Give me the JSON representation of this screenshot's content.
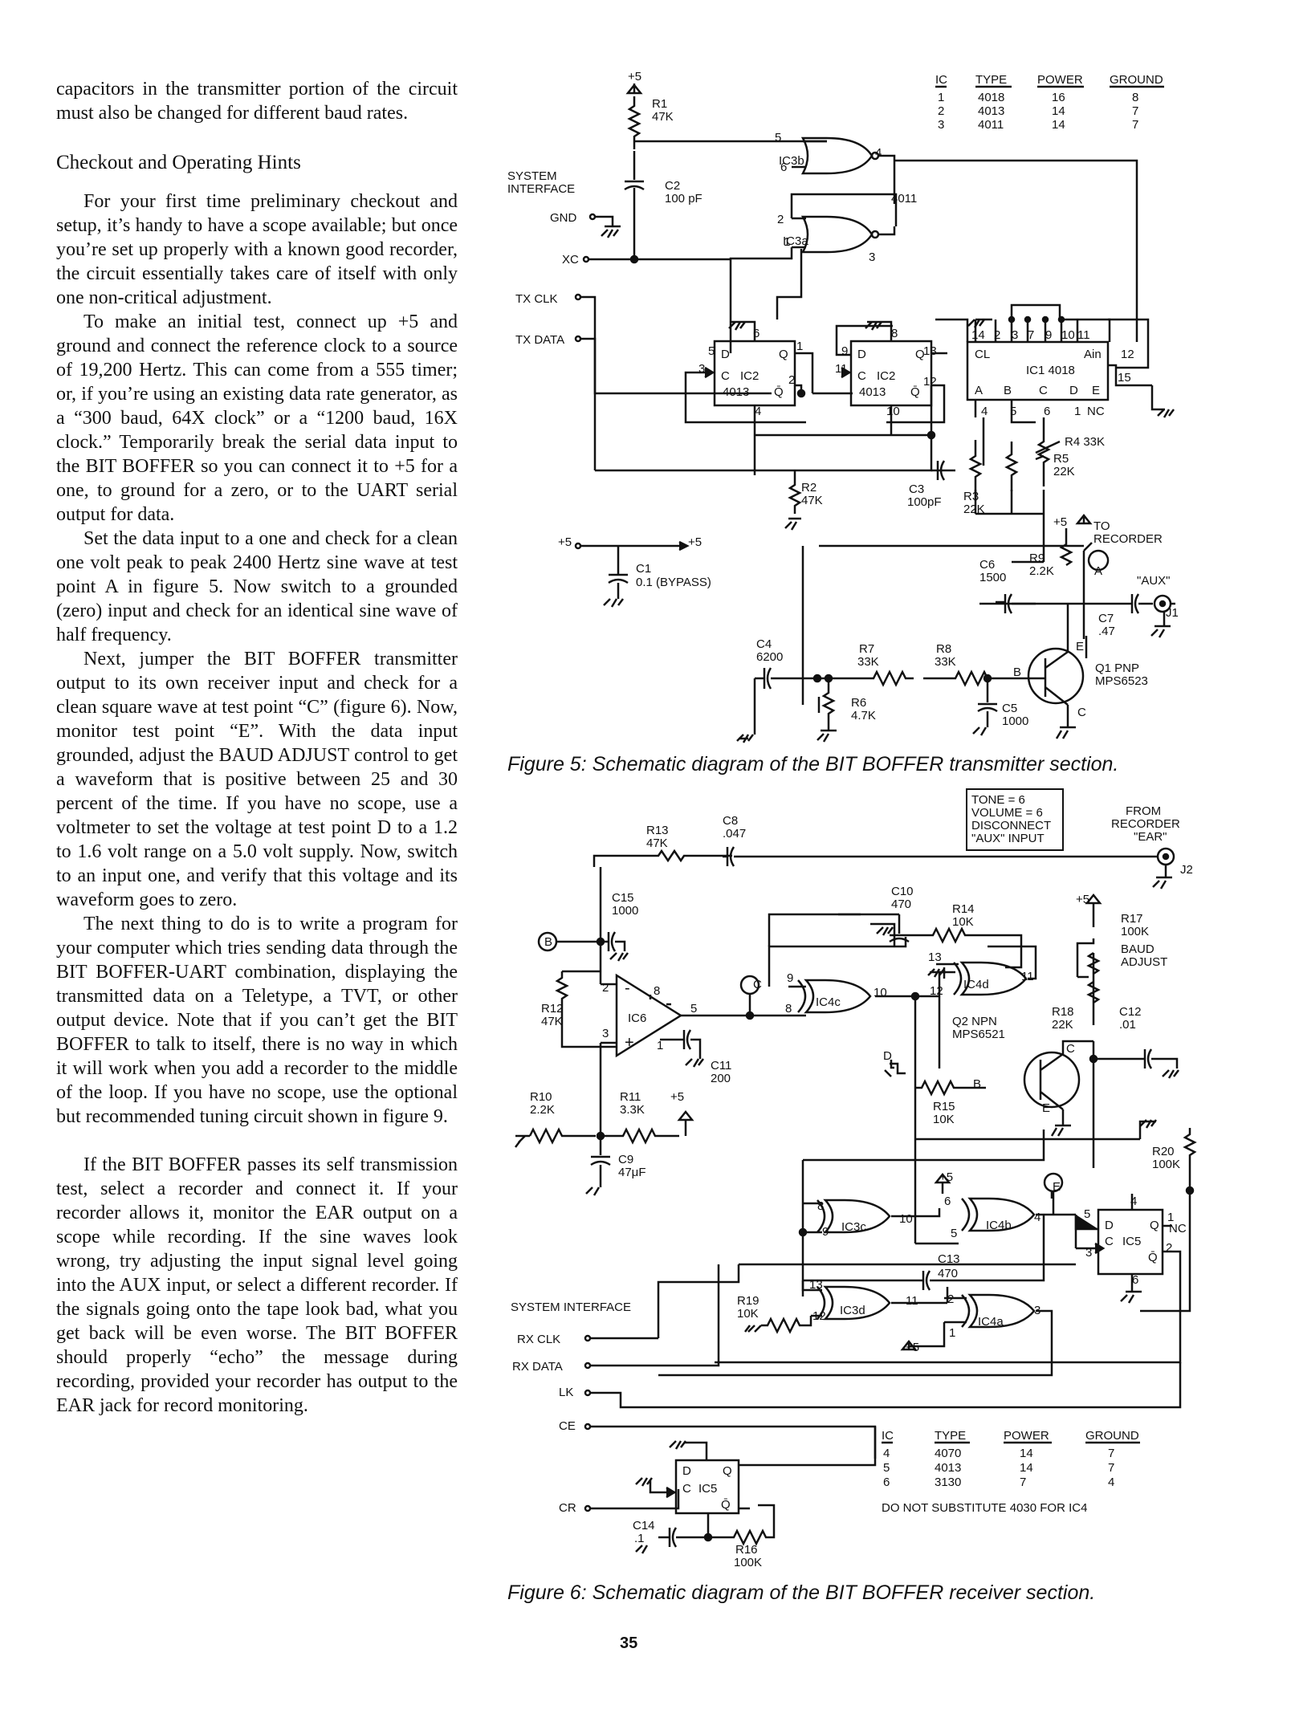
{
  "text": {
    "p1": "capacitors in the transmitter portion of the circuit must also be changed for different baud rates.",
    "heading": "Checkout and Operating Hints",
    "p2": "For your first time preliminary checkout and setup, it’s handy to have a scope available; but once you’re set up properly with a known good recorder, the circuit essentially takes care of itself with only one non-critical adjustment.",
    "p3": "To make an initial test, connect up +5 and ground and connect the reference clock to a source of 19,200 Hertz. This can come from a 555 timer; or, if you’re using an existing data rate generator, as a “300 baud, 64X clock” or a “1200 baud, 16X clock.” Temporarily break the serial data input to the BIT BOFFER so you can connect it to +5 for a one, to ground for a zero, or to the UART serial output for data.",
    "p4": "Set the data input to a one and check for a clean one volt peak to peak 2400 Hertz sine wave at test point A in figure 5. Now switch to a grounded (zero) input and check for an identical sine wave of half frequency.",
    "p5": "Next, jumper the BIT BOFFER transmitter output to its own receiver input and check for a clean square wave at test point “C” (figure 6). Now, monitor test point “E”. With the data input grounded, adjust the BAUD ADJUST control to get a waveform that is positive between 25 and 30 percent of the time. If you have no scope, use a voltmeter to set the voltage at test point D to a 1.2 to 1.6 volt range on a 5.0 volt supply. Now, switch to an input one, and verify that this voltage and its waveform goes to zero.",
    "p6": "The next thing to do is to write a program for your computer which tries sending data through the BIT BOFFER-UART combination, displaying the transmitted data on a Teletype, a TVT, or other output device. Note that if you can’t get the BIT BOFFER to talk to itself, there is no way in which it will work when you add a recorder to the middle of the loop. If you have no scope, use the optional but recommended tuning circuit shown in figure 9.",
    "p7": "If the BIT BOFFER passes its self transmission test, select a recorder and connect it. If your recorder allows it, monitor the EAR output on a scope while recording. If the sine waves look wrong, try adjusting the input signal level going into the AUX input, or select a different recorder. If the signals going onto the tape look bad, what you get back will be even worse. The BIT BOFFER should properly “echo” the message during recording, provided your recorder has output to the EAR jack for record monitoring.",
    "fig5_caption": "Figure 5: Schematic diagram of the BIT BOFFER transmitter section.",
    "fig6_caption": "Figure 6: Schematic diagram of the BIT BOFFER receiver section.",
    "page_number": "35"
  },
  "fig5": {
    "ic_table": {
      "headers": [
        "IC",
        "TYPE",
        "POWER",
        "GROUND"
      ],
      "rows": [
        [
          "1",
          "4018",
          "16",
          "8"
        ],
        [
          "2",
          "4013",
          "14",
          "7"
        ],
        [
          "3",
          "4011",
          "14",
          "7"
        ]
      ]
    },
    "system_interface": [
      "SYSTEM",
      "INTERFACE"
    ],
    "pins": [
      "GND",
      "XC",
      "TX CLK",
      "TX DATA"
    ],
    "supply": "+5",
    "r1": [
      "R1",
      "47K"
    ],
    "c2": [
      "C2",
      "100 pF"
    ],
    "ic3b": "IC3b",
    "ic3a": "IC3a",
    "gate_type": "4011",
    "ic2": [
      "D",
      "Q",
      "C",
      "IC2",
      "4013",
      "Q̄"
    ],
    "ic1": [
      "CL",
      "IC1 4018",
      "Ain",
      "A",
      "B",
      "C",
      "D",
      "E",
      "NC"
    ],
    "ic1_pins_top": [
      "14",
      "2",
      "3",
      "7",
      "9",
      "10",
      "11"
    ],
    "ic1_pins_bottom": [
      "4",
      "5",
      "6",
      "1"
    ],
    "r2": [
      "R2",
      "47K"
    ],
    "c3": [
      "C3",
      "100pF"
    ],
    "r3": [
      "R3",
      "22K"
    ],
    "r4": "R4 33K",
    "r5": [
      "R5",
      "22K"
    ],
    "c1": [
      "C1",
      "0.1 (BYPASS)"
    ],
    "to_recorder": [
      "TO",
      "RECORDER"
    ],
    "aux": "\"AUX\"",
    "c6": [
      "C6",
      "1500"
    ],
    "r9": [
      "R9",
      "2.2K"
    ],
    "c7": [
      "C7",
      ".47"
    ],
    "j1": "J1",
    "c4": [
      "C4",
      "6200"
    ],
    "r7": [
      "R7",
      "33K"
    ],
    "r8": [
      "R8",
      "33K"
    ],
    "q1": [
      "Q1 PNP",
      "MPS6523"
    ],
    "r6": [
      "R6",
      "4.7K"
    ],
    "c5": [
      "C5",
      "1000"
    ],
    "tp_a": "A",
    "ebc": [
      "E",
      "B",
      "C"
    ]
  },
  "fig6": {
    "note": [
      "TONE = 6",
      "VOLUME = 6",
      "DISCONNECT",
      "\"AUX\" INPUT"
    ],
    "from_recorder": [
      "FROM",
      "RECORDER",
      "\"EAR\""
    ],
    "j2": "J2",
    "r13": [
      "R13",
      "47K"
    ],
    "c8": [
      "C8",
      ".047"
    ],
    "c15": [
      "C15",
      "1000"
    ],
    "c10": [
      "C10",
      "470"
    ],
    "r14": [
      "R14",
      "10K"
    ],
    "r17": [
      "R17",
      "100K"
    ],
    "baud_adjust": [
      "BAUD",
      "ADJUST"
    ],
    "r12": [
      "R12",
      "47K"
    ],
    "ic6": "IC6",
    "ic4c": "IC4c",
    "ic4d": "IC4d",
    "q2": [
      "Q2 NPN",
      "MPS6521"
    ],
    "r18": [
      "R18",
      "22K"
    ],
    "c12": [
      "C12",
      ".01"
    ],
    "c11": [
      "C11",
      "200"
    ],
    "r10": [
      "R10",
      "2.2K"
    ],
    "r11": [
      "R11",
      "3.3K"
    ],
    "r15": [
      "R15",
      "10K"
    ],
    "c9": [
      "C9",
      "47μF"
    ],
    "r20": [
      "R20",
      "100K"
    ],
    "ic3c": "IC3c",
    "ic4b": "IC4b",
    "ic5": [
      "D",
      "Q",
      "C",
      "IC5",
      "Q̄",
      "NC"
    ],
    "c13": [
      "C13",
      "470"
    ],
    "system_interface": "SYSTEM INTERFACE",
    "pins": [
      "RX CLK",
      "RX DATA",
      "LK",
      "CE",
      "CR"
    ],
    "r19": [
      "R19",
      "10K"
    ],
    "ic3d": "IC3d",
    "ic4a": "IC4a",
    "c14": [
      "C14",
      ".1"
    ],
    "r16": [
      "R16",
      "100K"
    ],
    "tps": [
      "B",
      "C",
      "D",
      "E"
    ],
    "ic_table": {
      "headers": [
        "IC",
        "TYPE",
        "POWER",
        "GROUND"
      ],
      "rows": [
        [
          "4",
          "4070",
          "14",
          "7"
        ],
        [
          "5",
          "4013",
          "14",
          "7"
        ],
        [
          "6",
          "3130",
          "7",
          "4"
        ]
      ]
    },
    "warning": "DO NOT SUBSTITUTE 4030 FOR IC4",
    "supply": "+5"
  }
}
